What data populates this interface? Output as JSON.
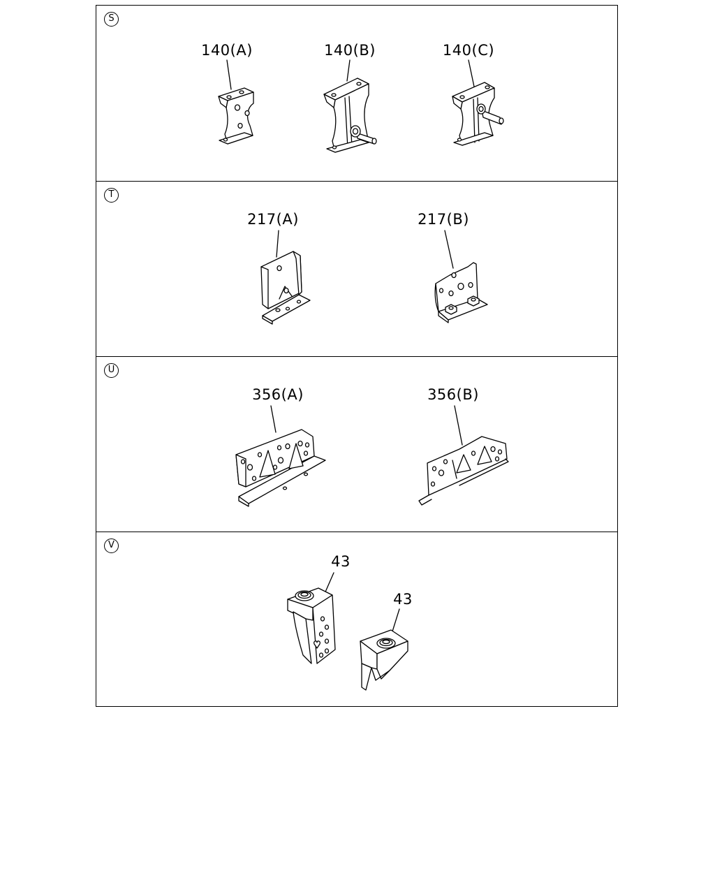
{
  "panels": [
    {
      "marker": "S",
      "callouts": [
        "140(A)",
        "140(B)",
        "140(C)"
      ]
    },
    {
      "marker": "T",
      "callouts": [
        "217(A)",
        "217(B)"
      ]
    },
    {
      "marker": "U",
      "callouts": [
        "356(A)",
        "356(B)"
      ]
    },
    {
      "marker": "V",
      "callouts": [
        "43",
        "43"
      ]
    }
  ]
}
